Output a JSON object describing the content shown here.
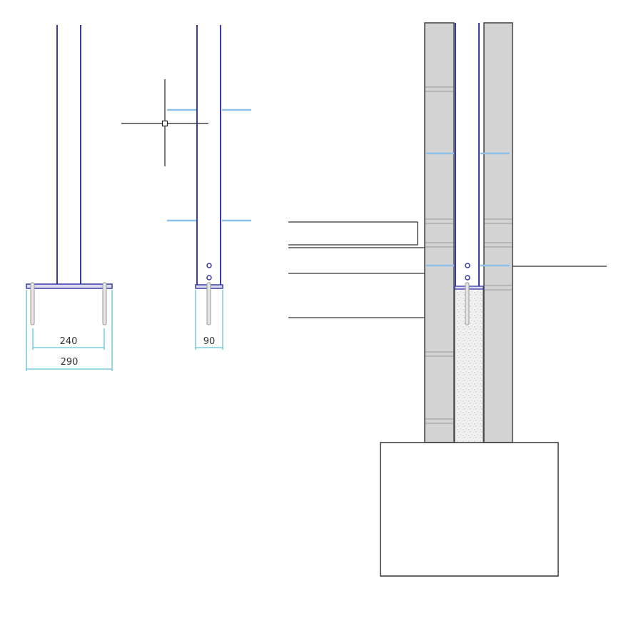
{
  "dimensions": {
    "bolt_spacing": "240",
    "plate_width": "290",
    "post_width": "90"
  },
  "colors": {
    "post_outline": "#3a3aa8",
    "dimension_line": "#5fc3d6",
    "guide_line": "#8ec0e8",
    "masonry_fill": "#d3d3d3",
    "outline": "#333333"
  }
}
